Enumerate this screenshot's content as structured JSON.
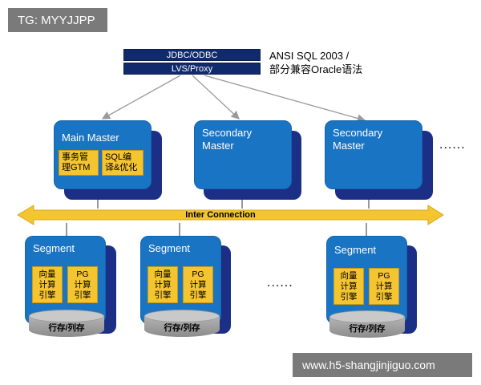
{
  "watermarks": {
    "top_left": "TG: MYYJJPP",
    "bottom_right": "www.h5-shangjinjiguo.com"
  },
  "top": {
    "jdbc_label": "JDBC/ODBC",
    "lvs_label": "LVS/Proxy",
    "note_line1": "ANSI SQL 2003 /",
    "note_line2": "部分兼容Oracle语法"
  },
  "masters": {
    "main": {
      "title": "Main Master",
      "box1_line1": "事务管",
      "box1_line2": "理GTM",
      "box2_line1": "SQL编",
      "box2_line2": "译&优化"
    },
    "secondary1": {
      "title_line1": "Secondary",
      "title_line2": "Master"
    },
    "secondary2": {
      "title_line1": "Secondary",
      "title_line2": "Master"
    },
    "ellipsis": "......"
  },
  "interconnect": {
    "label": "Inter Connection"
  },
  "segments": {
    "items": [
      {
        "title": "Segment",
        "engine1_l1": "向量",
        "engine1_l2": "计算",
        "engine1_l3": "引擎",
        "engine2_l1": "PG",
        "engine2_l2": "计算",
        "engine2_l3": "引擎",
        "storage": "行存/列存"
      },
      {
        "title": "Segment",
        "engine1_l1": "向量",
        "engine1_l2": "计算",
        "engine1_l3": "引擎",
        "engine2_l1": "PG",
        "engine2_l2": "计算",
        "engine2_l3": "引擎",
        "storage": "行存/列存"
      },
      {
        "title": "Segment",
        "engine1_l1": "向量",
        "engine1_l2": "计算",
        "engine1_l3": "引擎",
        "engine2_l1": "PG",
        "engine2_l2": "计算",
        "engine2_l3": "引擎",
        "storage": "行存/列存"
      }
    ],
    "ellipsis": "......"
  },
  "colors": {
    "navy": "#102a6b",
    "card_blue": "#1a74c4",
    "card_shadow": "#1c2f86",
    "engine_yellow": "#f5c431",
    "interconnect_yellow": "#f4c431"
  }
}
